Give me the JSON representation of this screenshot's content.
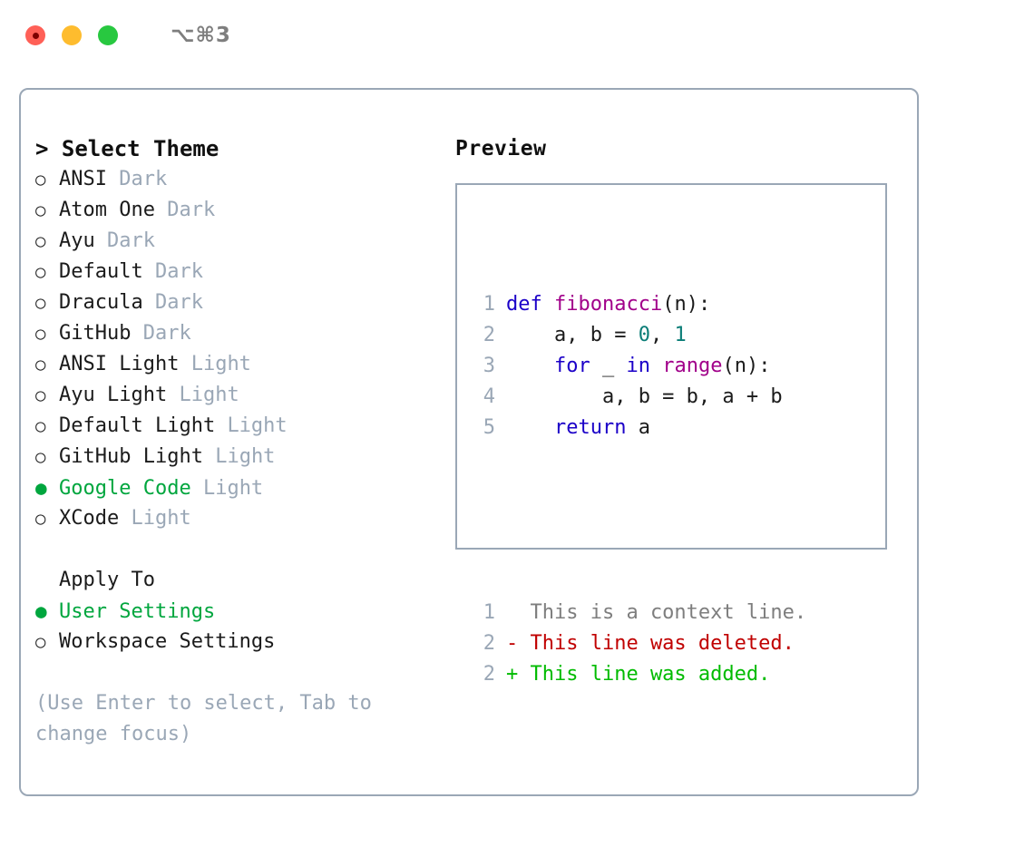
{
  "titlebar": {
    "shortcut": "⌥⌘3",
    "buttons": [
      {
        "name": "close",
        "color": "#ff6057"
      },
      {
        "name": "minimize",
        "color": "#febc2e"
      },
      {
        "name": "zoom",
        "color": "#28c840"
      }
    ]
  },
  "theme_picker": {
    "title": "> Select Theme",
    "options": [
      {
        "bullet": "○",
        "label": "ANSI",
        "tag": "Dark",
        "selected": false
      },
      {
        "bullet": "○",
        "label": "Atom One",
        "tag": "Dark",
        "selected": false
      },
      {
        "bullet": "○",
        "label": "Ayu",
        "tag": "Dark",
        "selected": false
      },
      {
        "bullet": "○",
        "label": "Default",
        "tag": "Dark",
        "selected": false
      },
      {
        "bullet": "○",
        "label": "Dracula",
        "tag": "Dark",
        "selected": false
      },
      {
        "bullet": "○",
        "label": "GitHub",
        "tag": "Dark",
        "selected": false
      },
      {
        "bullet": "○",
        "label": "ANSI Light",
        "tag": "Light",
        "selected": false
      },
      {
        "bullet": "○",
        "label": "Ayu Light",
        "tag": "Light",
        "selected": false
      },
      {
        "bullet": "○",
        "label": "Default Light",
        "tag": "Light",
        "selected": false
      },
      {
        "bullet": "○",
        "label": "GitHub Light",
        "tag": "Light",
        "selected": false
      },
      {
        "bullet": "●",
        "label": "Google Code",
        "tag": "Light",
        "selected": true
      },
      {
        "bullet": "○",
        "label": "XCode",
        "tag": "Light",
        "selected": false
      }
    ]
  },
  "apply_to": {
    "heading": "Apply To",
    "options": [
      {
        "bullet": "●",
        "label": "User Settings",
        "selected": true
      },
      {
        "bullet": "○",
        "label": "Workspace Settings",
        "selected": false
      }
    ]
  },
  "hint": "(Use Enter to select, Tab to change focus)",
  "preview": {
    "title": "Preview",
    "code_lines": [
      {
        "num": "1",
        "tokens": [
          {
            "t": "def ",
            "c": "kw"
          },
          {
            "t": "fibonacci",
            "c": "fn"
          },
          {
            "t": "(n):",
            "c": "plain"
          }
        ]
      },
      {
        "num": "2",
        "tokens": [
          {
            "t": "    a, b = ",
            "c": "plain"
          },
          {
            "t": "0",
            "c": "num"
          },
          {
            "t": ", ",
            "c": "plain"
          },
          {
            "t": "1",
            "c": "num"
          }
        ]
      },
      {
        "num": "3",
        "tokens": [
          {
            "t": "    ",
            "c": "plain"
          },
          {
            "t": "for",
            "c": "kw"
          },
          {
            "t": " _ ",
            "c": "plain"
          },
          {
            "t": "in",
            "c": "kw"
          },
          {
            "t": " ",
            "c": "plain"
          },
          {
            "t": "range",
            "c": "fn"
          },
          {
            "t": "(n):",
            "c": "plain"
          }
        ]
      },
      {
        "num": "4",
        "tokens": [
          {
            "t": "        a, b = b, a + b",
            "c": "plain"
          }
        ]
      },
      {
        "num": "5",
        "tokens": [
          {
            "t": "    ",
            "c": "plain"
          },
          {
            "t": "return",
            "c": "kw"
          },
          {
            "t": " a",
            "c": "plain"
          }
        ]
      }
    ],
    "diff_lines": [
      {
        "num": "1",
        "tokens": [
          {
            "t": "  This is a context line.",
            "c": "ctx"
          }
        ]
      },
      {
        "num": "2",
        "tokens": [
          {
            "t": "- This line was deleted.",
            "c": "del"
          }
        ]
      },
      {
        "num": "2",
        "tokens": [
          {
            "t": "+ This line was added.",
            "c": "add"
          }
        ]
      }
    ]
  },
  "colors": {
    "accent_green": "#00a63e",
    "muted": "#9aa7b6",
    "keyword": "#1b00c8",
    "function": "#a1008a",
    "number": "#0a7d77",
    "diff_deleted": "#c00000",
    "diff_added": "#00bb00",
    "border": "#9aa7b6"
  }
}
